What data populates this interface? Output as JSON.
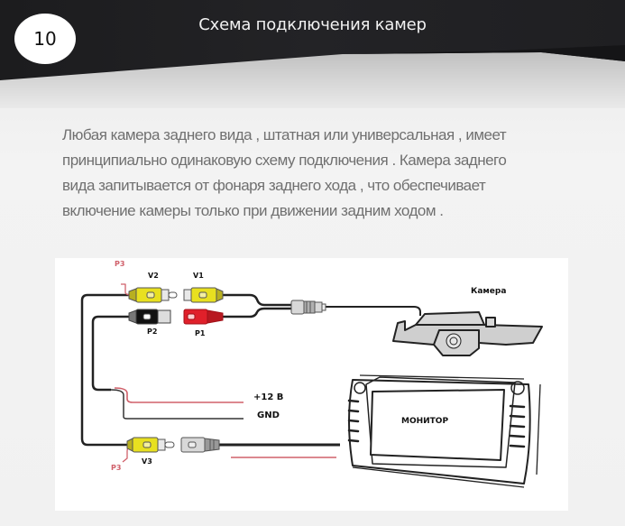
{
  "header": {
    "step_number": "10",
    "title": "Схема подключения камер"
  },
  "intro": {
    "lines": [
      "Любая камера заднего вида , штатная или универсальная , имеет",
      "принципиально одинаковую схему подключения . Камера заднего",
      "вида запитывается от фонаря заднего хода , что обеспечивает",
      "включение камеры только при движении задним ходом ."
    ]
  },
  "diagram": {
    "labels": {
      "p3_top": "P3",
      "v2": "V2",
      "v1": "V1",
      "p2": "P2",
      "p1": "P1",
      "camera": "Камера",
      "plus12": "+12 В",
      "gnd": "GND",
      "p3_bottom": "P3",
      "v3": "V3",
      "monitor": "МОНИТОР"
    },
    "colors": {
      "wire": "#222222",
      "red_wire": "#d0606a",
      "yellow": "#e8e020",
      "red_plug": "#e0202a",
      "black_plug": "#111111",
      "gray_plug": "#d8d8d8"
    }
  }
}
